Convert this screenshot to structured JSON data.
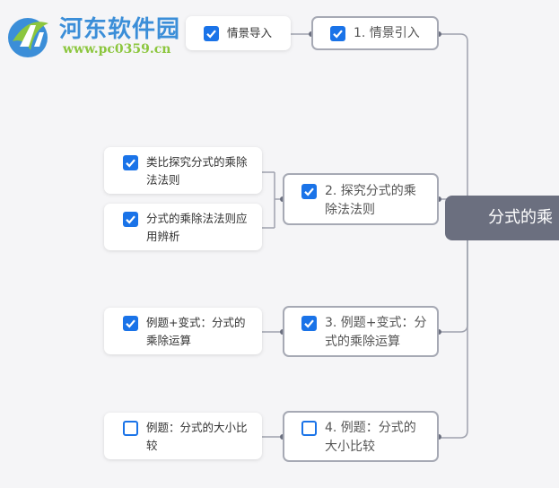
{
  "watermark": {
    "title": "河东软件园",
    "url": "www.pc0359.cn"
  },
  "root": {
    "label": "分式的乘"
  },
  "branches": [
    {
      "label": "1. 情景引入",
      "checked": true
    },
    {
      "label": "2. 探究分式的乘除法法则",
      "checked": true
    },
    {
      "label": "3. 例题+变式：分式的乘除运算",
      "checked": true
    },
    {
      "label": "4. 例题：分式的大小比较",
      "checked": false
    }
  ],
  "leaves": [
    {
      "label": "情景导入",
      "checked": true
    },
    {
      "label": "类比探究分式的乘除法法则",
      "checked": true
    },
    {
      "label": "分式的乘除法法则应用辨析",
      "checked": true
    },
    {
      "label": "例题+变式：分式的乘除运算",
      "checked": true
    },
    {
      "label": "例题：分式的大小比较",
      "checked": false
    }
  ],
  "colors": {
    "checkbox": "#1a73e8",
    "root_bg": "#6b6f7f",
    "branch_border": "#a6a9b4",
    "connector": "#9ea1ad"
  }
}
